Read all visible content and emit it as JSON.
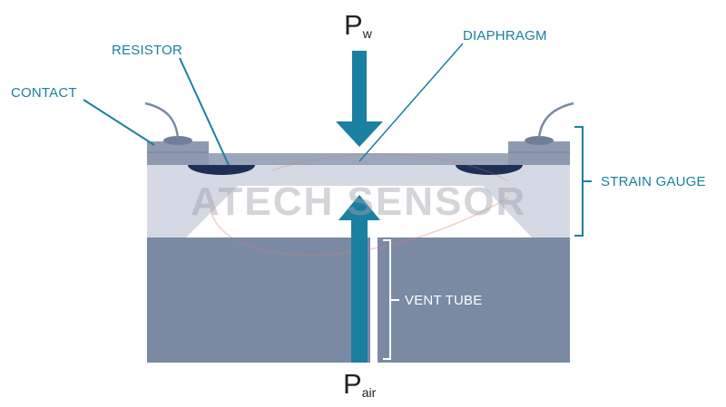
{
  "labels": {
    "contact": "CONTACT",
    "resistor": "RESISTOR",
    "diaphragm": "DIAPHRAGM",
    "strain_gauge": "STRAIN GAUGE",
    "vent_tube": "VENT TUBE"
  },
  "pressures": {
    "water_symbol": "P",
    "water_subscript": "w",
    "air_symbol": "P",
    "air_subscript": "air"
  },
  "watermark": "ATECH SENSOR",
  "colors": {
    "accent": "#1a7fa0",
    "body": "#7a8aa3",
    "layer_light": "#d4d9e3",
    "layer_mid": "#9aa7bb",
    "resistor": "#1d2f55"
  }
}
